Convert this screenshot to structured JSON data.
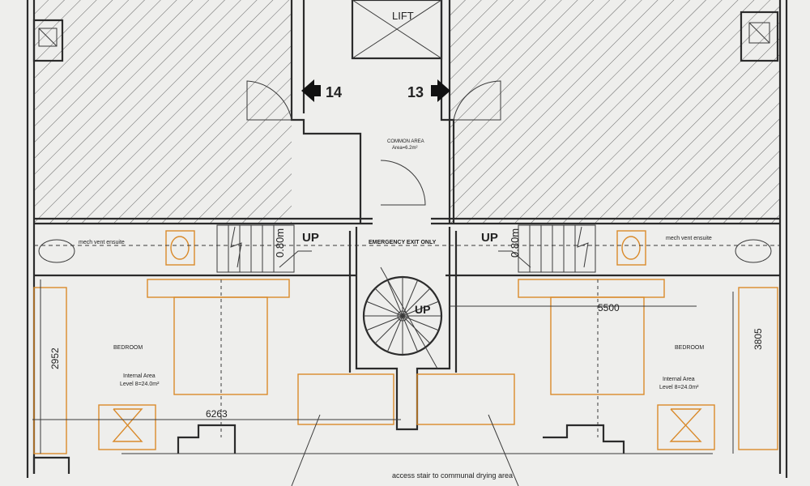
{
  "labels": {
    "lift": "LIFT",
    "flat_left": "14",
    "flat_right": "13",
    "common_area_title": "COMMON AREA",
    "common_area_value": "Area=6.2m²",
    "emergency_exit": "EMERGENCY EXIT ONLY",
    "up_left": "UP",
    "up_right": "UP",
    "up_spiral": "UP",
    "width_left_stair": "0.80m",
    "width_right_stair": "0.80m",
    "vent_left": "mech vent ensuite",
    "vent_right": "mech vent ensuite",
    "bedroom_left": "BEDROOM",
    "bedroom_right": "BEDROOM",
    "area_left_l1": "Internal Area",
    "area_left_l2": "Level 8=24.0m²",
    "area_right_l1": "Internal Area",
    "area_right_l2": "Level 8=24.0m²",
    "dim_2952": "2952",
    "dim_6263": "6263",
    "dim_5500": "5500",
    "dim_3805": "3805",
    "access_stair": "access stair to communal drying area"
  },
  "colors": {
    "wall": "#2b2b2b",
    "furniture": "#d98a2b",
    "paper": "#eeeeec"
  }
}
